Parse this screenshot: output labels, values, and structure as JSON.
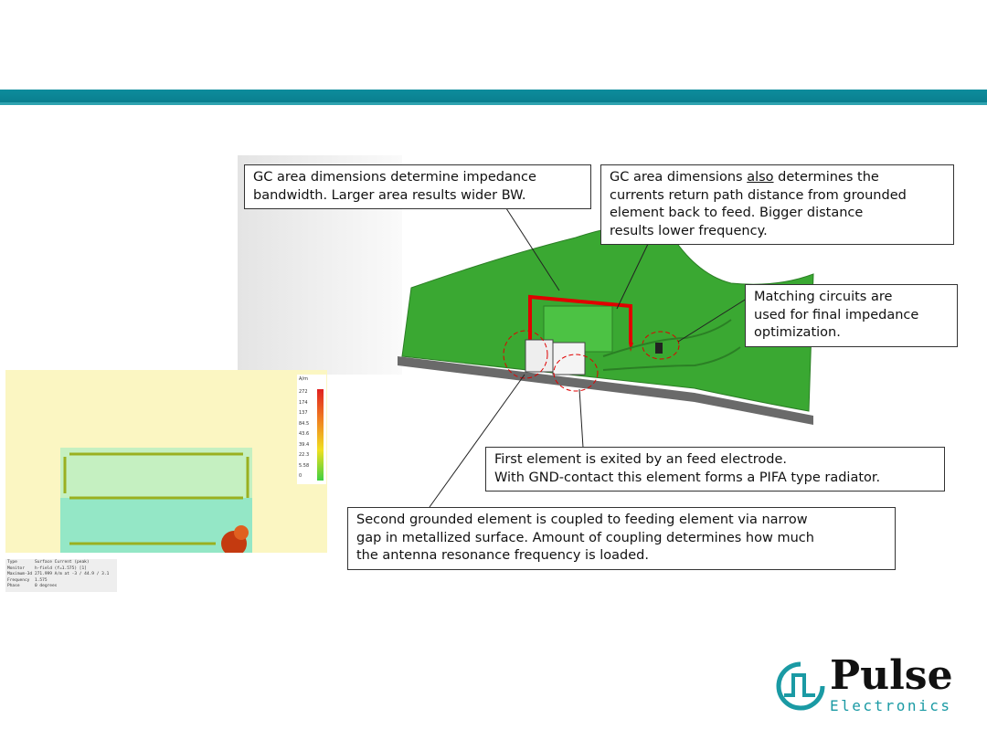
{
  "callouts": {
    "gc_bandwidth": [
      "GC area dimensions determine impedance",
      "bandwidth. Larger area results wider BW."
    ],
    "gc_return_path": {
      "pre": "GC area dimensions ",
      "underlined": "also",
      "post": " determines the",
      "lines": [
        "currents return path distance from grounded",
        "element back to feed. Bigger distance",
        "results lower frequency."
      ]
    },
    "matching": [
      "Matching circuits are",
      "used for final impedance",
      "optimization."
    ],
    "first_element": [
      "First element is exited by an feed electrode.",
      "With GND-contact this element forms a PIFA type radiator."
    ],
    "second_element": [
      "Second grounded element is coupled to feeding element via narrow",
      "gap in metallized surface. Amount of coupling determines how much",
      "the antenna resonance frequency is loaded."
    ]
  },
  "simulation": {
    "legend_unit": "A/m",
    "legend_values": [
      "272",
      "174",
      "137",
      "84.5",
      "43.6",
      "39.4",
      "22.3",
      "5.58",
      "0"
    ],
    "info": [
      {
        "key": "Type",
        "value": "Surface Current (peak)"
      },
      {
        "key": "Monitor",
        "value": "h-field (f=1.575) [1]"
      },
      {
        "key": "Maximum-3d",
        "value": "271.999 A/m at -3 / 44.9 / 3.1"
      },
      {
        "key": "Frequency",
        "value": "1.575"
      },
      {
        "key": "Phase",
        "value": "0 degrees"
      }
    ]
  },
  "logo": {
    "name": "Pulse",
    "sub": "Electronics"
  },
  "colors": {
    "accent": "#0d8c9c",
    "pcb": "#3aa832",
    "highlight": "#e00000"
  }
}
